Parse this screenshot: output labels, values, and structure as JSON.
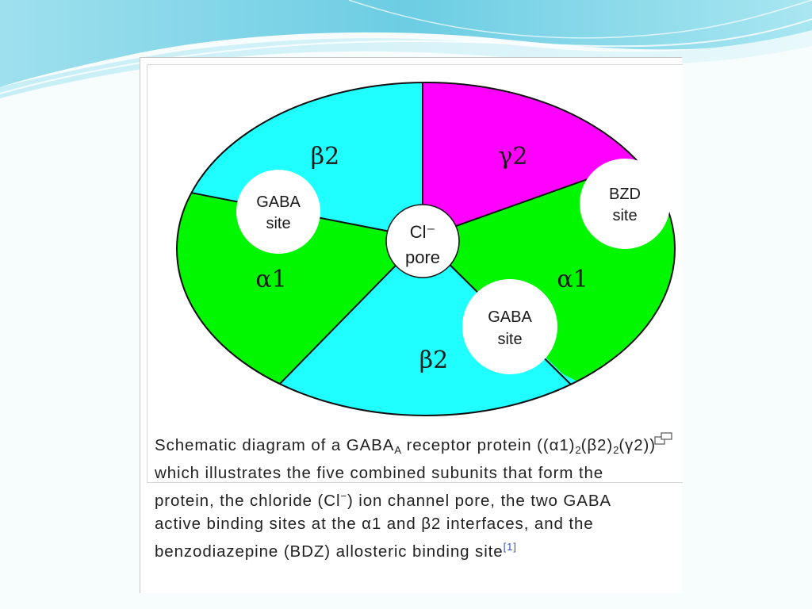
{
  "diagram": {
    "subunits": [
      {
        "id": "beta2-top",
        "label": "β2",
        "color": "#20ffff"
      },
      {
        "id": "gamma2",
        "label": "γ2",
        "color": "#ff00ff"
      },
      {
        "id": "alpha1-right",
        "label": "α1",
        "color": "#00f700"
      },
      {
        "id": "beta2-bottom",
        "label": "β2",
        "color": "#20ffff"
      },
      {
        "id": "alpha1-left",
        "label": "α1",
        "color": "#00f700"
      }
    ],
    "pore": {
      "line1": "Cl⁻",
      "line2": "pore"
    },
    "sites": [
      {
        "id": "gaba-left",
        "line1": "GABA",
        "line2": "site"
      },
      {
        "id": "bzd",
        "line1": "BZD",
        "line2": "site"
      },
      {
        "id": "gaba-bottom",
        "line1": "GABA",
        "line2": "site"
      }
    ]
  },
  "caption": {
    "p1": "Schematic diagram of a GABA",
    "p1_sub": "A",
    "p2": " receptor protein ((α1)",
    "p2_sub": "2",
    "p3": "(β2)",
    "p3_sub": "2",
    "p4": "(γ2)) which illustrates the five combined subunits that form the protein, the chloride (Cl",
    "p4_sup": "−",
    "p5": ") ion channel pore, the two GABA active binding sites at the α1 and β2 interfaces, and the benzodiazepine (BDZ) allosteric binding site",
    "ref": "[1]"
  },
  "colors": {
    "cyan": "#20ffff",
    "magenta": "#ff00ff",
    "green": "#00f700",
    "header_wave": "#7fd3e6"
  },
  "icons": {
    "enlarge": "enlarge-icon"
  }
}
